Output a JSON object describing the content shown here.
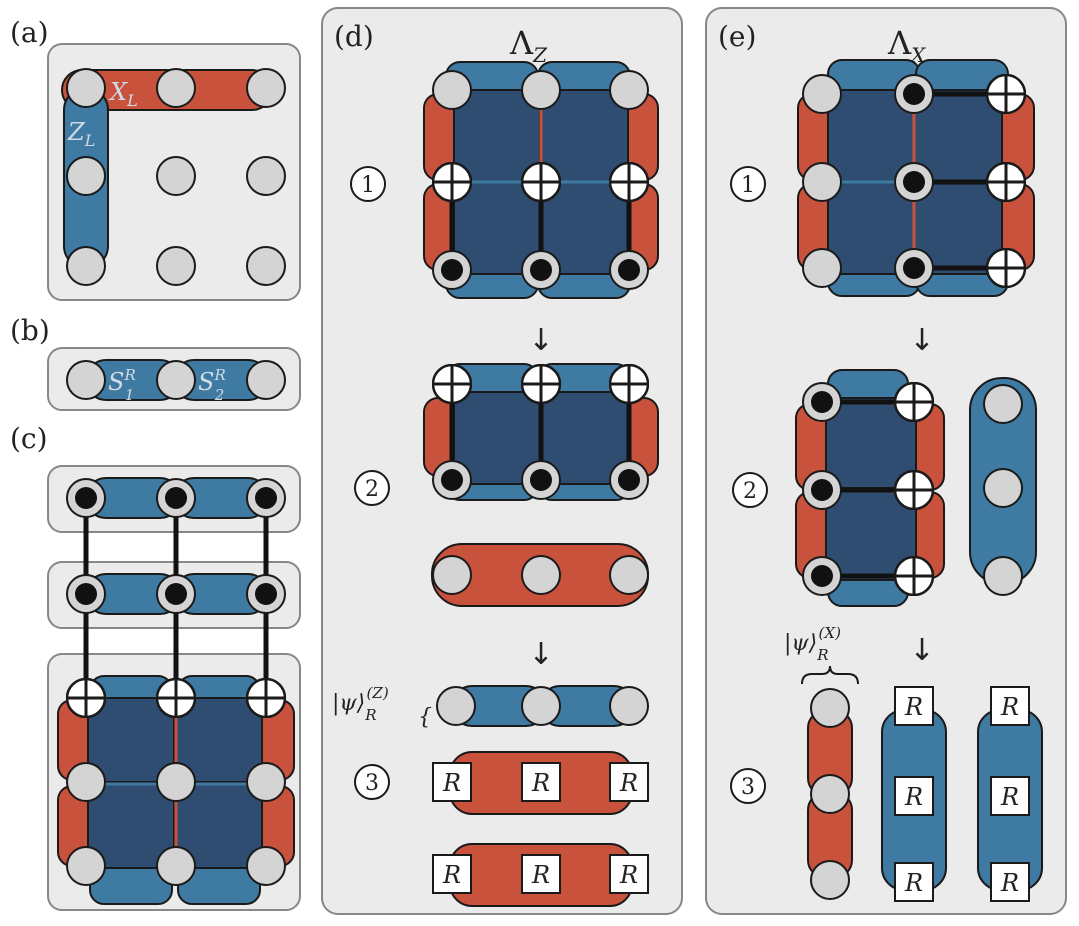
{
  "panels": {
    "a": {
      "label": "(a)",
      "x_label": "X",
      "x_sub": "L",
      "z_label": "Z",
      "z_sub": "L"
    },
    "b": {
      "label": "(b)",
      "s1": "S",
      "s1_sup": "R",
      "s1_sub": "1",
      "s2": "S",
      "s2_sup": "R",
      "s2_sub": "2"
    },
    "c": {
      "label": "(c)"
    },
    "d": {
      "label": "(d)",
      "title": "Λ",
      "title_sub": "Z",
      "step1": "1",
      "step2": "2",
      "step3": "3",
      "arrow": "↓",
      "psi": "|ψ⟩",
      "psi_sub": "R",
      "psi_sup": "(Z)",
      "brace": "{",
      "r": "R"
    },
    "e": {
      "label": "(e)",
      "title": "Λ",
      "title_sub": "X",
      "step1": "1",
      "step2": "2",
      "step3": "3",
      "arrow": "↓",
      "psi": "|ψ⟩",
      "psi_sub": "R",
      "psi_sup": "(X)",
      "r": "R"
    }
  },
  "colors": {
    "blue": "#3f7aa2",
    "dark_blue": "#2e4d70",
    "red": "#c9523c",
    "qubit": "#d4d4d4",
    "panel_bg": "#ebebeb"
  }
}
